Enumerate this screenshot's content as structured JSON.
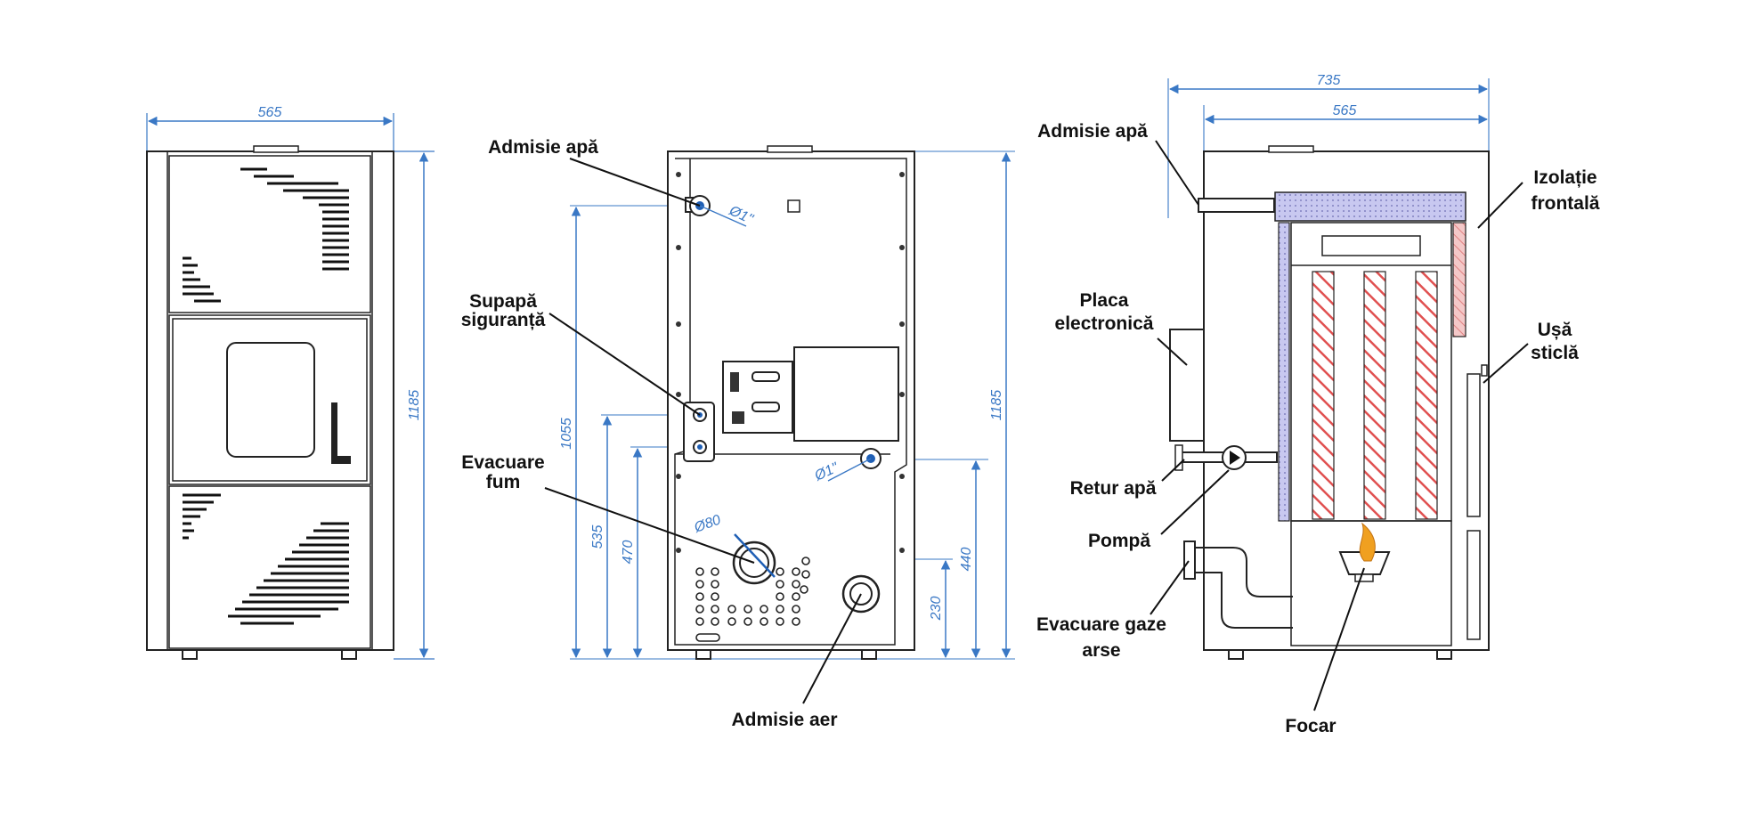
{
  "colors": {
    "dimension": "#3a78c5",
    "insulation": "#c8c8f0",
    "heat_stripes": "#e05050",
    "flame": "#f0a020",
    "water_pipe_marker": "#1f5fb5"
  },
  "front_view": {
    "width_dim": "565",
    "height_dim": "1185"
  },
  "rear_view": {
    "labels": {
      "water_inlet": "Admisie apă",
      "safety_valve_l1": "Supapă",
      "safety_valve_l2": "siguranță",
      "smoke_exhaust_l1": "Evacuare",
      "smoke_exhaust_l2": "fum",
      "air_intake": "Admisie aer"
    },
    "dims": {
      "d_1055": "1055",
      "d_535": "535",
      "d_470": "470",
      "d_1185": "1185",
      "d_440": "440",
      "d_230": "230",
      "pipe_top": "Ø1\"",
      "pipe_mid": "Ø1\"",
      "flue": "Ø80"
    }
  },
  "side_view": {
    "labels": {
      "water_inlet": "Admisie apă",
      "electronic_board_l1": "Placa",
      "electronic_board_l2": "electronică",
      "water_return": "Retur apă",
      "pump": "Pompă",
      "flue_gas_l1": "Evacuare gaze",
      "flue_gas_l2": "arse",
      "front_insulation_l1": "Izolație",
      "front_insulation_l2": "frontală",
      "glass_door_l1": "Ușă",
      "glass_door_l2": "sticlă",
      "firebox": "Focar"
    },
    "dims": {
      "total_depth": "735",
      "body_depth": "565"
    }
  }
}
